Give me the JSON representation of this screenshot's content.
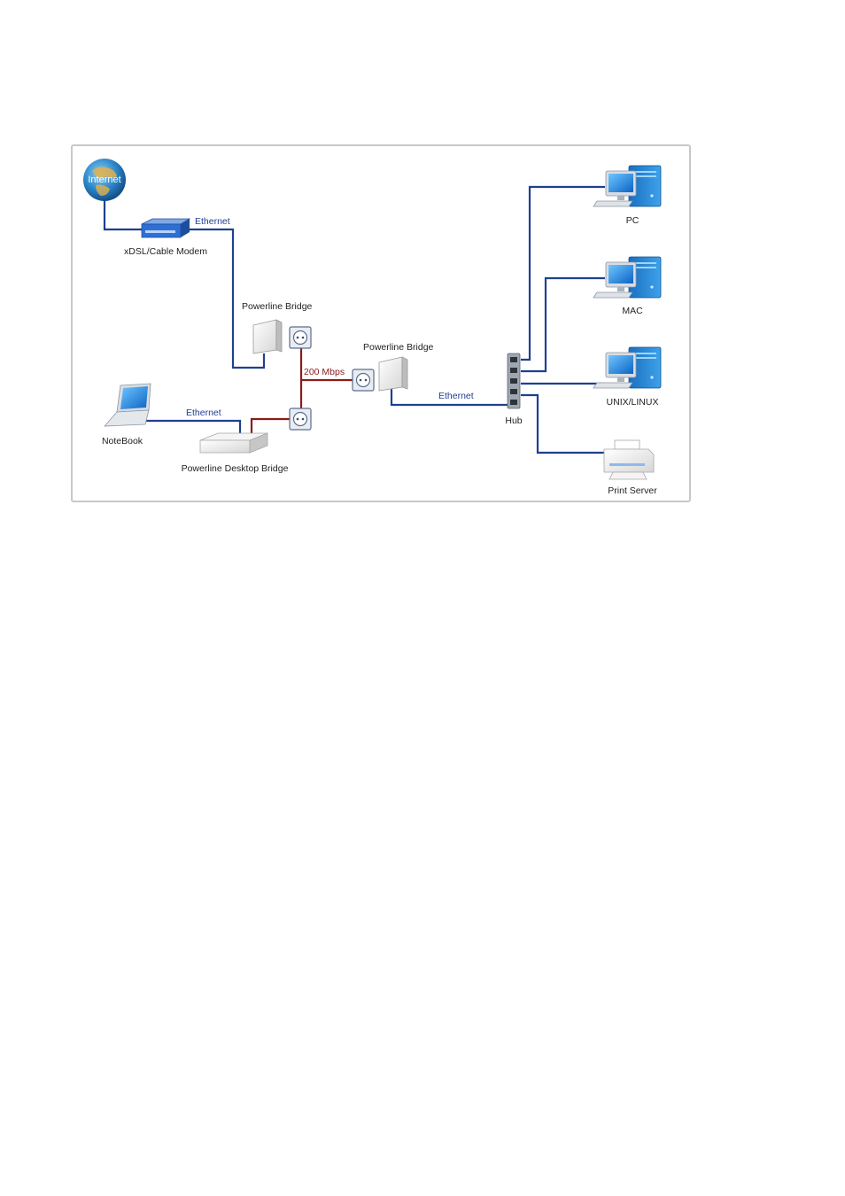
{
  "labels": {
    "internet": "Internet",
    "modem": "xDSL/Cable Modem",
    "ethernet_modem": "Ethernet",
    "bridge_left": "Powerline Bridge",
    "bridge_center": "Powerline Bridge",
    "speed": "200 Mbps",
    "ethernet_hub": "Ethernet",
    "notebook": "NoteBook",
    "ethernet_notebook": "Ethernet",
    "desktop_bridge": "Powerline Desktop Bridge",
    "hub": "Hub",
    "pc": "PC",
    "mac": "MAC",
    "unix": "UNIX/LINUX",
    "print_server": "Print Server"
  },
  "colors": {
    "ethernet_line": "#1f3f8f",
    "power_line": "#8b1a1a",
    "label_blue": "#1f3f8f",
    "label_red": "#8b1a1a",
    "frame_border": "#c8c8c8",
    "computer_blue": "#1e7fd0"
  }
}
